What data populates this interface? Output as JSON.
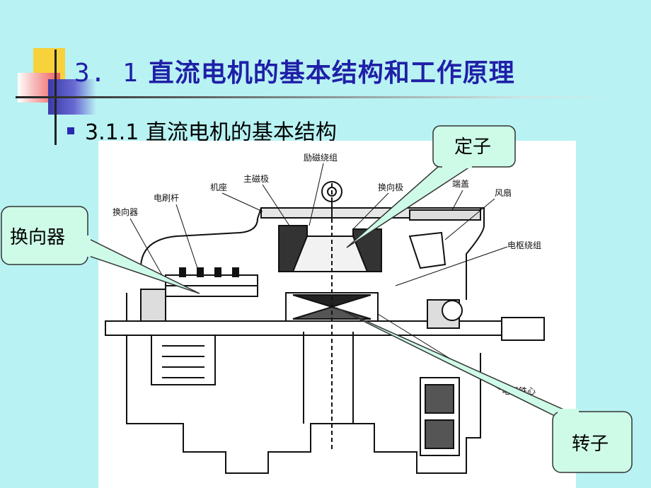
{
  "slide": {
    "title_number": "3. 1",
    "title_text": "直流电机的基本结构和工作原理",
    "subtitle": "3.1.1 直流电机的基本结构"
  },
  "figure_labels": {
    "excitation_winding": "励磁绕组",
    "main_pole": "主磁极",
    "frame": "机座",
    "brush_rod": "电刷杆",
    "commutator_part": "换向器",
    "commutating_pole": "换向极",
    "end_cover": "端盖",
    "fan": "风扇",
    "armature_winding": "电枢绕组",
    "armature_core": "电枢铁心"
  },
  "callouts": {
    "stator": "定子",
    "commutator": "换向器",
    "rotor": "转子"
  },
  "colors": {
    "background": "#b8f2f2",
    "title": "#1f1fa8",
    "callout_fill": "#cdfbe8"
  }
}
